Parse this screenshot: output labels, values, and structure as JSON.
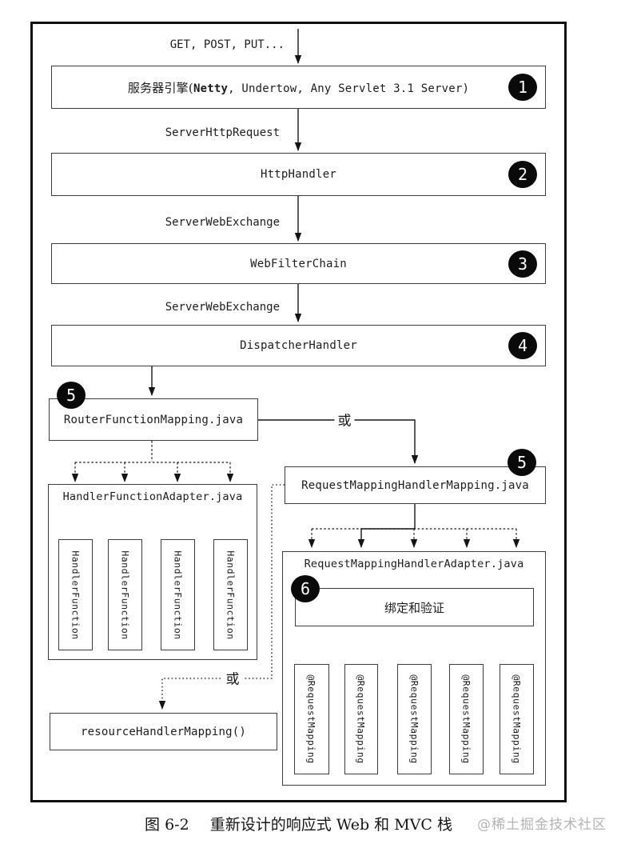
{
  "diagram": {
    "entry_label": "GET, POST, PUT...",
    "edge_labels": {
      "server_http_request": "ServerHttpRequest",
      "server_web_exchange_1": "ServerWebExchange",
      "server_web_exchange_2": "ServerWebExchange",
      "or_1": "或",
      "or_2": "或"
    },
    "boxes": {
      "server_engine": {
        "badge": "1",
        "label_prefix": "服务器引擎(",
        "label_bold": "Netty",
        "label_suffix": ", Undertow, Any Servlet 3.1 Server)"
      },
      "http_handler": {
        "badge": "2",
        "label": "HttpHandler"
      },
      "web_filter_chain": {
        "badge": "3",
        "label": "WebFilterChain"
      },
      "dispatcher_handler": {
        "badge": "4",
        "label": "DispatcherHandler"
      },
      "router_function_mapping": {
        "badge": "5",
        "label": "RouterFunctionMapping.java"
      },
      "request_mapping_handler_mapping": {
        "badge": "5",
        "label": "RequestMappingHandlerMapping.java"
      },
      "handler_function_adapter": {
        "title": "HandlerFunctionAdapter.java",
        "items": [
          "HandlerFunction",
          "HandlerFunction",
          "HandlerFunction",
          "HandlerFunction"
        ]
      },
      "request_mapping_handler_adapter": {
        "title": "RequestMappingHandlerAdapter.java",
        "badge": "6",
        "binding_box": "绑定和验证",
        "items": [
          "@RequestMapping",
          "@RequestMapping",
          "@RequestMapping",
          "@RequestMapping",
          "@RequestMapping"
        ]
      },
      "resource_handler_mapping": {
        "label": "resourceHandlerMapping()"
      }
    },
    "caption": {
      "figure_no": "图 6-2",
      "title": "重新设计的响应式 Web 和 MVC 栈"
    },
    "watermark": "@稀土掘金技术社区",
    "colors": {
      "line": "#161616",
      "badge_bg": "#0a0a0a",
      "badge_text": "#ffffff",
      "watermark": "#b3b3b3"
    }
  }
}
